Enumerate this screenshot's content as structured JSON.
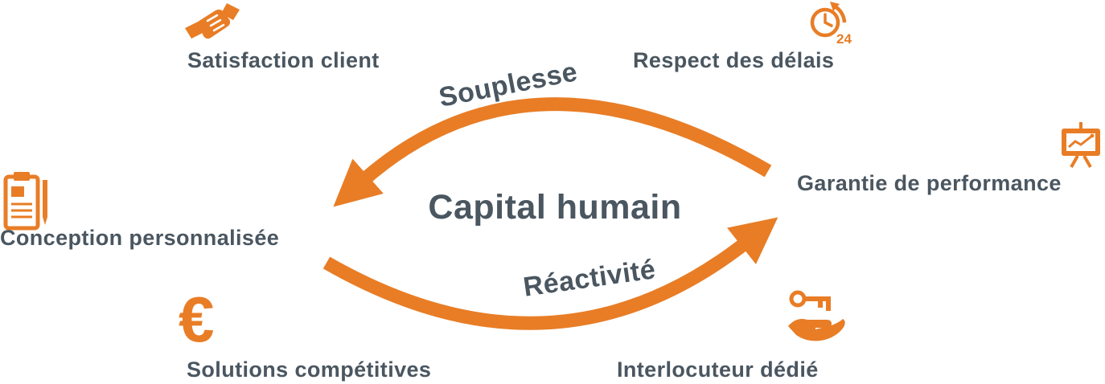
{
  "diagram": {
    "center_title": "Capital humain",
    "arrows": [
      {
        "label": "Souplesse"
      },
      {
        "label": "Réactivité"
      }
    ],
    "items": [
      {
        "label": "Satisfaction client",
        "icon": "handshake-icon"
      },
      {
        "label": "Respect des délais",
        "icon": "clock-24h-icon"
      },
      {
        "label": "Garantie de performance",
        "icon": "presentation-chart-icon"
      },
      {
        "label": "Conception personnalisée",
        "icon": "clipboard-pen-icon"
      },
      {
        "label": "Solutions compétitives",
        "icon": "euro-icon",
        "glyph": "€"
      },
      {
        "label": "Interlocuteur dédié",
        "icon": "key-hand-icon"
      }
    ],
    "clock_badge": "24",
    "colors": {
      "accent": "#E87D26",
      "text": "#4A5660"
    }
  }
}
